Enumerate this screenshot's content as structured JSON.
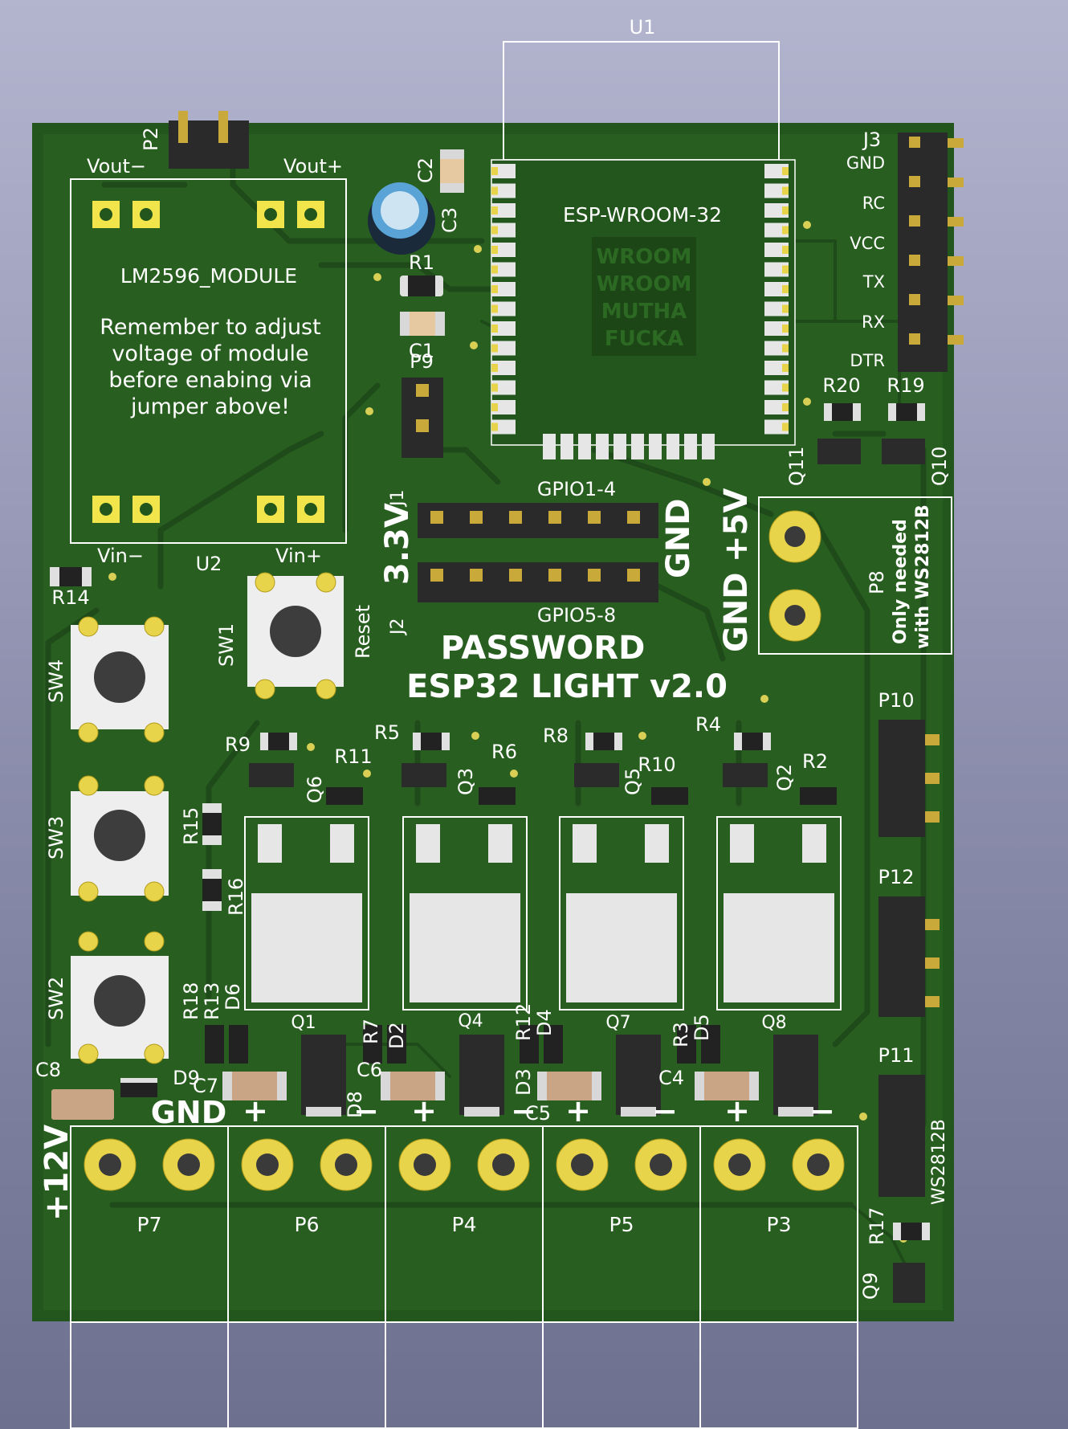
{
  "board": {
    "colors": {
      "soldermask": "#23561c",
      "silkscreen": "#ffffff",
      "copper_pad": "#f2e54c",
      "background_top": "#b3b5cf",
      "background_bottom": "#6e7090"
    },
    "title_line1": "PASSWORD",
    "title_line2": "ESP32 LIGHT v2.0"
  },
  "module_u1": {
    "ref": "U1",
    "name": "ESP-WROOM-32",
    "logo_lines": [
      "WROOM",
      "WROOM",
      "MUTHA",
      "FUCKA"
    ]
  },
  "power_module": {
    "ref": "U2",
    "name": "LM2596_MODULE",
    "note_lines": [
      "Remember to adjust",
      "voltage of module",
      "before enabing via",
      "jumper above!"
    ],
    "vin_minus": "Vin−",
    "vin_plus": "Vin+",
    "vout_minus": "Vout−",
    "vout_plus": "Vout+"
  },
  "j3": {
    "ref": "J3",
    "pins": [
      "GND",
      "RC",
      "VCC",
      "TX",
      "RX",
      "DTR"
    ]
  },
  "headers": {
    "j1_ref": "J1",
    "j2_ref": "J2",
    "gpio1_label": "GPIO1-4",
    "gpio2_label": "GPIO5-8",
    "v33_label": "3.3V",
    "gnd_label": "GND"
  },
  "p8": {
    "ref": "P8",
    "note_line1": "Only needed",
    "note_line2": "with WS2812B",
    "plus5v": "+5V",
    "gnd": "GND"
  },
  "side_connectors": {
    "p10": "P10",
    "p12": "P12",
    "p11": "P11",
    "p11_label": "WS2812B"
  },
  "switches": {
    "sw1": "SW1",
    "sw2": "SW2",
    "sw3": "SW3",
    "sw4": "SW4",
    "reset_label": "Reset"
  },
  "refs": {
    "p2": "P2",
    "p9": "P9",
    "c1": "C1",
    "c2": "C2",
    "c3": "C3",
    "r1": "R1",
    "r14": "R14",
    "r15": "R15",
    "r16": "R16",
    "r18": "R18",
    "r13": "R13",
    "d6": "D6",
    "r9": "R9",
    "r11": "R11",
    "q6": "Q6",
    "r5": "R5",
    "r6": "R6",
    "q3": "Q3",
    "r8": "R8",
    "r10": "R10",
    "q5": "Q5",
    "r4": "R4",
    "r2": "R2",
    "q2": "Q2",
    "r20": "R20",
    "r19": "R19",
    "q11": "Q11",
    "q10": "Q10",
    "c8": "C8",
    "d9": "D9",
    "c7": "C7",
    "q1": "Q1",
    "d8": "D8",
    "r7": "R7",
    "d2": "D2",
    "c6": "C6",
    "q4": "Q4",
    "d3": "D3",
    "c5": "C5",
    "r12": "R12",
    "d4": "D4",
    "q7": "Q7",
    "c4": "C4",
    "r3": "R3",
    "d5": "D5",
    "q8": "Q8",
    "r17": "R17",
    "q9": "Q9"
  },
  "output_terminals": {
    "supply_label": "+12V",
    "gnd_label": "GND",
    "plus": "+",
    "minus": "−",
    "refs": [
      "P7",
      "P6",
      "P4",
      "P5",
      "P3"
    ]
  }
}
